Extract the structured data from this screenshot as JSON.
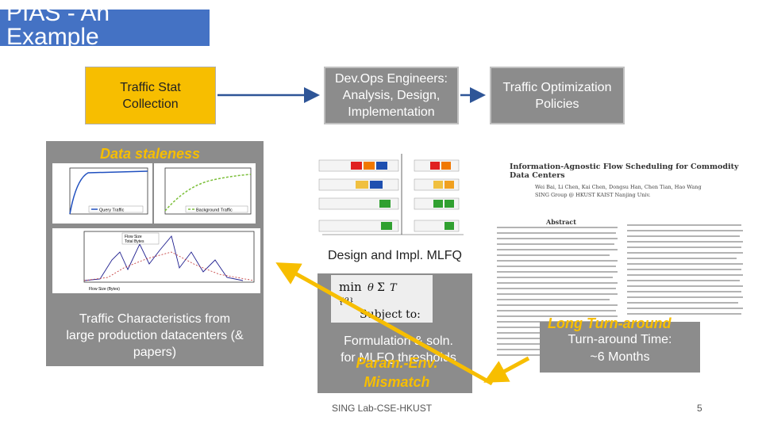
{
  "title": "PIAS - An Example",
  "boxes": {
    "traffic_stat": "Traffic Stat\nCollection",
    "devops": "Dev.Ops Engineers:\nAnalysis, Design,\nImplementation",
    "policies": "Traffic Optimization\nPolicies"
  },
  "left_panel": {
    "staleness": "Data staleness",
    "caption": "Traffic Characteristics from\nlarge production datacenters (&\npapers)",
    "legend_query": "Query Traffic",
    "legend_background": "Background Traffic",
    "legend_flow_size": "Flow Size",
    "legend_total_bytes": "Total Bytes",
    "xlabel": "Flow Size (Bytes)"
  },
  "middle": {
    "mlfq_caption": "Design and Impl. MLFQ",
    "formulation": "Formulation & soln.\nfor MLFQ thresholds",
    "mismatch": "Param.-Env.\nMismatch",
    "formula_subject": "Subject to:"
  },
  "paper": {
    "title": "Information-Agnostic Flow Scheduling for Commodity Data Centers",
    "authors": "Wei Bai, Li Chen, Kai Chen, Dongsu Han, Chen Tian, Hao Wang\nSING Group @ HKUST   KAIST   Nanjing Univ.",
    "abstract_heading": "Abstract"
  },
  "right_panel": {
    "long_turnaround": "Long Turn-around",
    "turnaround_time": "Turn-around Time:\n~6 Months"
  },
  "footer": "SING Lab-CSE-HKUST",
  "page_number": "5",
  "colors": {
    "accent_yellow": "#f7be00",
    "panel_gray": "#8c8c8c",
    "title_blue": "#4472c4",
    "arrow_blue": "#2e5597",
    "arrow_yellow": "#f7be00"
  }
}
